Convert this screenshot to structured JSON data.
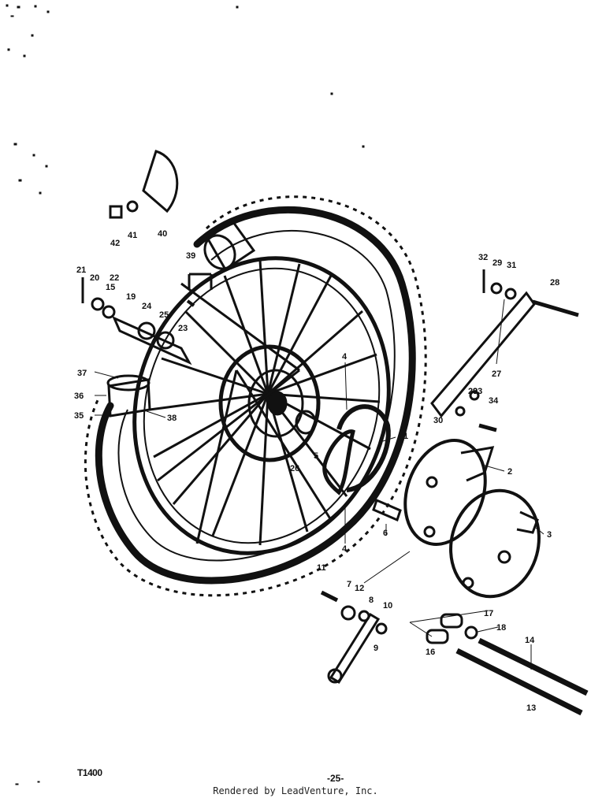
{
  "diagram": {
    "callouts": [
      "1",
      "2",
      "3",
      "4",
      "4",
      "5",
      "5",
      "6",
      "7",
      "8",
      "9",
      "10",
      "11",
      "12",
      "13",
      "14",
      "15",
      "16",
      "17",
      "18",
      "19",
      "20",
      "21",
      "22",
      "23",
      "24",
      "25",
      "26",
      "27",
      "28",
      "29",
      "29",
      "30",
      "31",
      "32",
      "33",
      "34",
      "35",
      "36",
      "37",
      "38",
      "39",
      "40",
      "41",
      "42"
    ]
  },
  "footer": {
    "model_code": "T1400",
    "page_number": "-25-",
    "credit": "Rendered by LeadVenture, Inc."
  }
}
